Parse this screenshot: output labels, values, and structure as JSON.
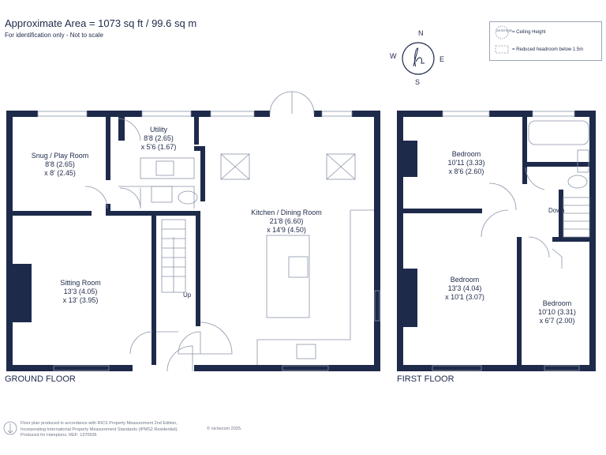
{
  "header": {
    "title": "Approximate Area = 1073 sq ft / 99.6 sq m",
    "subtitle": "For identification only - Not to scale"
  },
  "legend": {
    "ceiling_symbol": "CH 0'0\"/0.00",
    "ceiling_label": "= Ceiling Height",
    "headroom_label": "= Reduced headroom below 1.5m"
  },
  "compass": {
    "n": "N",
    "e": "E",
    "s": "S",
    "w": "W"
  },
  "ground_floor": {
    "label": "GROUND FLOOR",
    "rooms": {
      "snug": {
        "name": "Snug / Play Room",
        "dim1": "8'8 (2.65)",
        "dim2": "x 8' (2.45)"
      },
      "utility": {
        "name": "Utility",
        "dim1": "8'8 (2.65)",
        "dim2": "x 5'6 (1.67)"
      },
      "kitchen": {
        "name": "Kitchen / Dining Room",
        "dim1": "21'8 (6.60)",
        "dim2": "x 14'9 (4.50)"
      },
      "sitting": {
        "name": "Sitting Room",
        "dim1": "13'3 (4.05)",
        "dim2": "x 13' (3.95)"
      }
    },
    "stairs_label": "Up"
  },
  "first_floor": {
    "label": "FIRST FLOOR",
    "rooms": {
      "bed1": {
        "name": "Bedroom",
        "dim1": "10'11 (3.33)",
        "dim2": "x 8'6 (2.60)"
      },
      "bed2": {
        "name": "Bedroom",
        "dim1": "13'3 (4.04)",
        "dim2": "x 10'1 (3.07)"
      },
      "bed3": {
        "name": "Bedroom",
        "dim1": "10'10 (3.31)",
        "dim2": "x 6'7 (2.00)"
      }
    },
    "stairs_label": "Down"
  },
  "footer": {
    "line1": "Floor plan produced in accordance with RICS Property Measurement 2nd Edition,",
    "line2": "Incorporating International Property Measurement Standards (IPMS2 Residential).",
    "line3": "Produced for Hamptons.   REF: 1370936",
    "copyright": "© nichecom 2025."
  },
  "colors": {
    "wall": "#1e2a4a",
    "thin": "#8a93a8",
    "text": "#1e2a4a"
  }
}
